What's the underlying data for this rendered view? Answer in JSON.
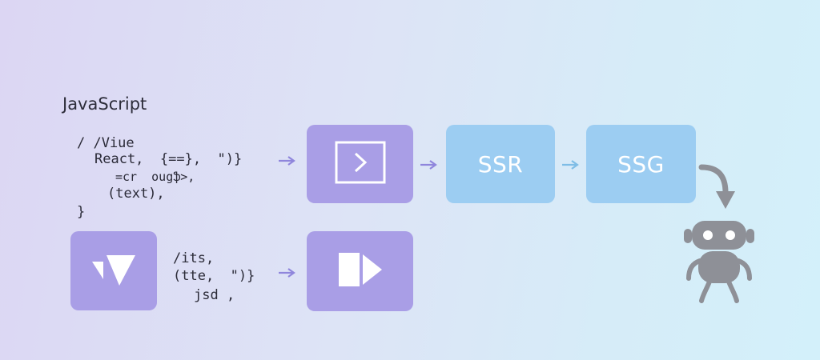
{
  "title": "JavaScript",
  "code_block_1": {
    "line1": "/ /Viue",
    "line2": "React,  {==},  \")}",
    "line3": "=cr  ougֆ>,",
    "line4": "(text),",
    "line5": "}"
  },
  "code_block_2": {
    "line1": "/its,",
    "line2": "(tte,  \")}",
    "line3": "jsd ,"
  },
  "nodes": {
    "ssr_label": "SSR",
    "ssg_label": "SSG"
  },
  "colors": {
    "purple_box": "#a99ee6",
    "blue_box": "#9ccdf2",
    "robot": "#8e9097"
  },
  "icons": {
    "code_box": "terminal-chevron-icon",
    "logo_box": "vue-logo-icon",
    "play_box": "play-icon",
    "robot": "robot-crawler-icon",
    "curved_arrow": "curved-arrow-icon"
  }
}
